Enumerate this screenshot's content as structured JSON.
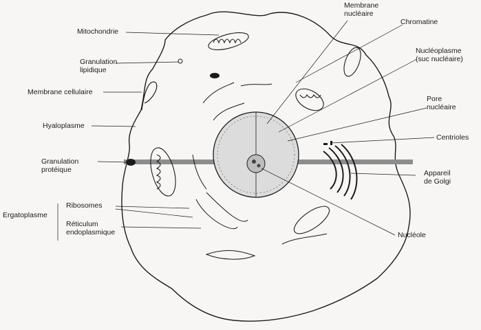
{
  "labels": {
    "mitochondrie": "Mitochondrie",
    "granulation_lipidique": [
      "Granulation",
      "lipidique"
    ],
    "membrane_cellulaire": "Membrane cellulaire",
    "hyaloplasme": "Hyaloplasme",
    "granulation_proteique": [
      "Granulation",
      "protéique"
    ],
    "ergatoplasme": "Ergatoplasme",
    "ribosomes": "Ribosomes",
    "reticulum": [
      "Réticulum",
      "endoplasmique"
    ],
    "membrane_nucleaire": [
      "Membrane",
      "nucléaire"
    ],
    "chromatine": "Chromatine",
    "nucleoplasme": [
      "Nucléoplasme",
      "(suc nucléaire)"
    ],
    "pore_nucleaire": [
      "Pore",
      "nucléaire"
    ],
    "centrioles": "Centrioles",
    "appareil_golgi": [
      "Appareil",
      "de Golgi"
    ],
    "nucleole": "Nucléole"
  },
  "colors": {
    "ink": "#1a1a1a",
    "paper": "#f7f6f4",
    "band": "#8d8d8d"
  }
}
